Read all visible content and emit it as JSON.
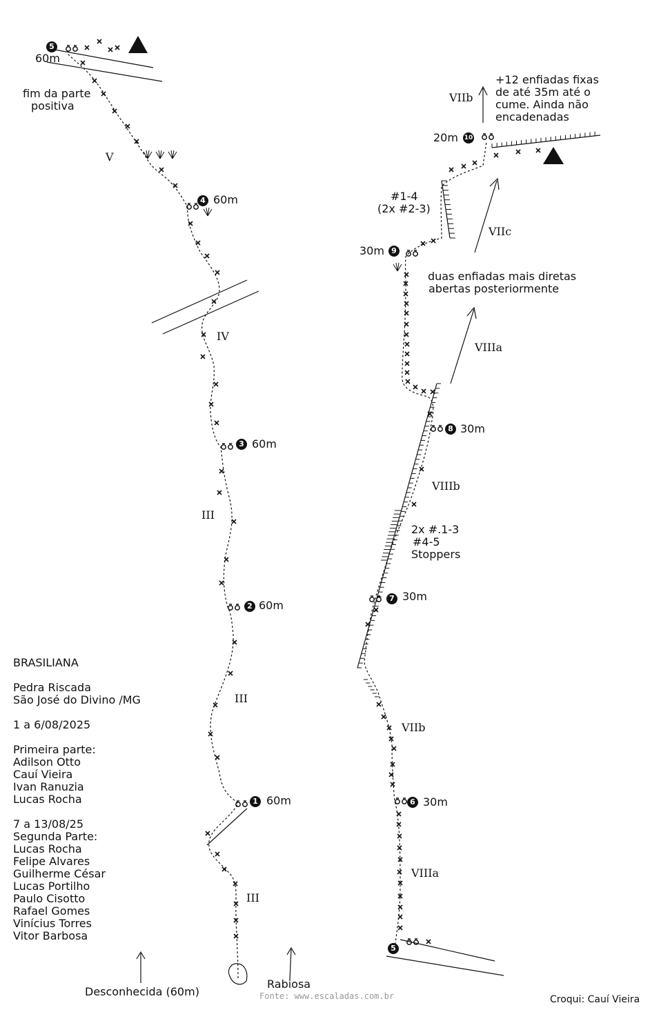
{
  "route": {
    "name": "BRASILIANA",
    "location_line1": "Pedra Riscada",
    "location_line2": "São José do Divino /MG",
    "first_dates": "1 a 6/08/2025",
    "first_part_heading": "Primeira parte:",
    "first_part_climbers": [
      "Adilson Otto",
      "Cauí Vieira",
      "Ivan Ranuzia",
      "Lucas Rocha"
    ],
    "second_dates": "7 a 13/08/25",
    "second_part_heading": "Segunda Parte:",
    "second_part_climbers": [
      "Lucas Rocha",
      "Felipe Alvares",
      "Guilherme César",
      "Lucas Portilho",
      "Paulo Cisotto",
      "Rafael Gomes",
      "Vinícius Torres",
      "Vitor Barbosa"
    ]
  },
  "belays": [
    {
      "num": "1",
      "length": "60m"
    },
    {
      "num": "2",
      "length": "60m"
    },
    {
      "num": "3",
      "length": "60m"
    },
    {
      "num": "4",
      "length": "60m"
    },
    {
      "num": "5",
      "length": "60m"
    },
    {
      "num": "5",
      "length": ""
    },
    {
      "num": "6",
      "length": "30m"
    },
    {
      "num": "7",
      "length": "30m"
    },
    {
      "num": "8",
      "length": "30m"
    },
    {
      "num": "9",
      "length": "30m"
    },
    {
      "num": "10",
      "length": "20m"
    }
  ],
  "grades": {
    "left_p1": "III",
    "left_p2": "III",
    "left_p3": "III",
    "left_p4": "IV",
    "left_p5": "V",
    "right_p6": "VIIIa",
    "right_p7": "VIIb",
    "right_p8": "VIIIb",
    "right_p9": "VIIIa",
    "right_p10": "VIIc",
    "right_exit": "VIIb"
  },
  "notes": {
    "end_positive_1": "fim da parte",
    "end_positive_2": "positiva",
    "gear_p8_1": "2x #.1-3",
    "gear_p8_2": "#4-5",
    "gear_p8_3": "Stoppers",
    "gear_p10_1": "#1-4",
    "gear_p10_2": "(2x #2-3)",
    "direct_1": "duas enfiadas mais diretas",
    "direct_2": "abertas posteriormente",
    "summit_1": "+12 enfiadas fixas",
    "summit_2": "de até 35m até o",
    "summit_3": "cume. Ainda não",
    "summit_4": "encadenadas"
  },
  "neighbor_routes": {
    "left": "Desconhecida (60m)",
    "right": "Rabiosa"
  },
  "credit": "Croqui: Cauí Vieira",
  "source": "Fonte: www.escaladas.com.br",
  "colors": {
    "ink": "#111111",
    "watermark": "#999999"
  }
}
